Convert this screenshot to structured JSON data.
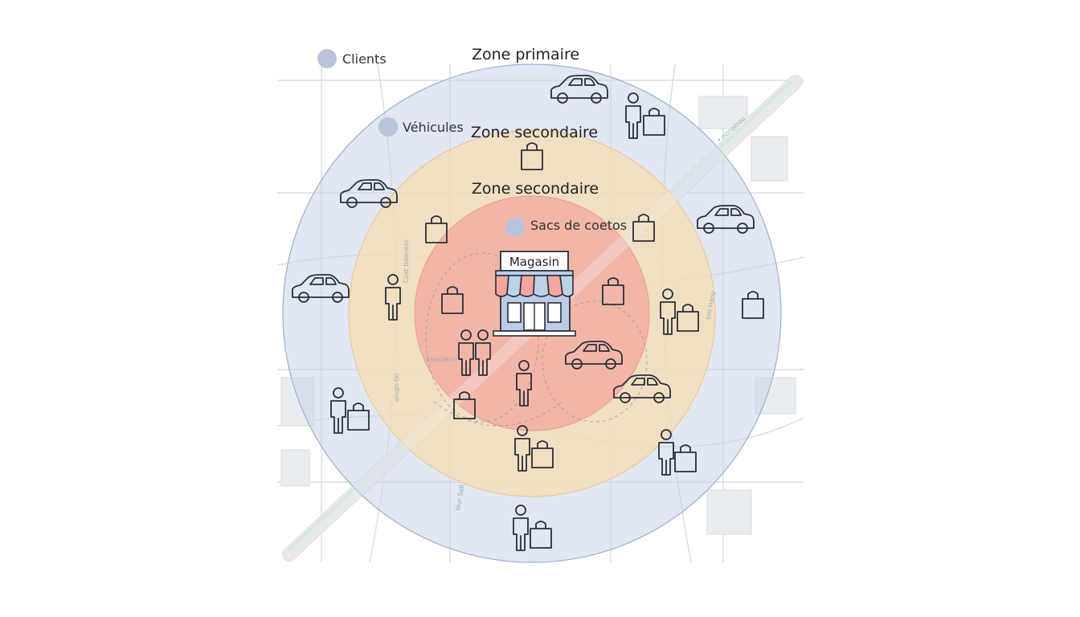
{
  "zones": {
    "outer_label": "Zone primaire",
    "middle_label": "Zone secondaire",
    "inner_label": "Zone secondaire",
    "outer_color": "#c9d3ea",
    "middle_color": "#f8dcae",
    "inner_color": "#f2a6a0"
  },
  "legend": {
    "clients": "Clients",
    "vehicles": "Véhicules",
    "bags": "Sacs de coetos",
    "dot_color": "#b9c4dc"
  },
  "store": {
    "label": "Magasin",
    "awning_colors": [
      "#f2a6a0",
      "#bcd3e6",
      "#f2a6a0",
      "#bcd3e6",
      "#f2a6a0",
      "#bcd3e6"
    ],
    "body_color": "#bccbe6"
  },
  "streets": [
    "Cost tideness",
    "Sivaciero",
    "aingo-tio",
    "bm Hany",
    "Ieur Sall",
    "• nonoinou"
  ],
  "icons": {
    "cars": [
      "car-icon",
      "car-icon",
      "car-icon",
      "car-icon",
      "car-icon",
      "car-icon"
    ],
    "people": [
      "person-icon"
    ],
    "bags": [
      "shopping-bag-icon"
    ]
  },
  "bag_colors": {
    "red": "#f2a6a0",
    "teal": "#c6dfe0",
    "lavender": "#d6d3e6",
    "white": "#f2f2f2"
  },
  "person_colors": {
    "gray": "#b9cbc6",
    "red": "#f0b0a8",
    "white": "#ffffff"
  }
}
